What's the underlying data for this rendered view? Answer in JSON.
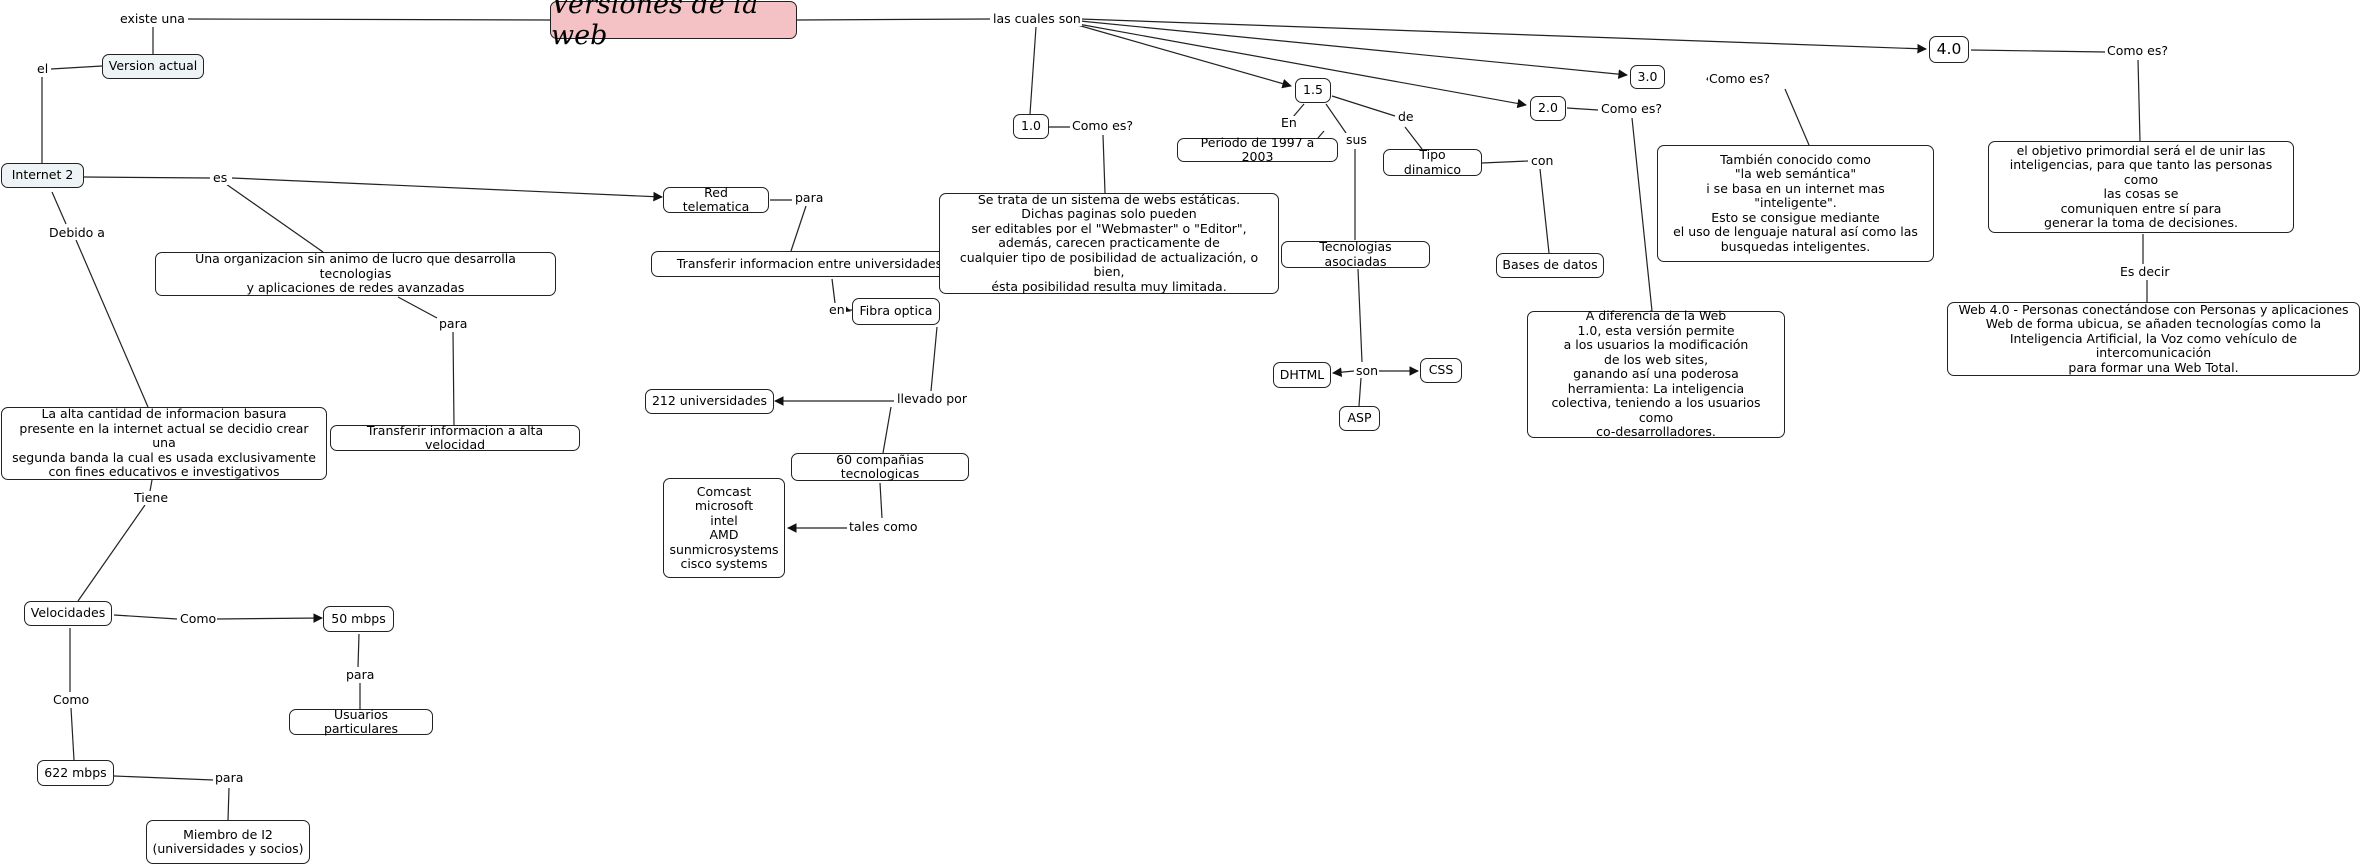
{
  "title": "Versiones de la web",
  "nodes": {
    "version_actual": "Version actual",
    "internet2": "Internet 2",
    "organizacion": "Una organizacion sin animo de lucro que desarrolla tecnologias\ny aplicaciones de redes avanzadas",
    "transferir_velocidad": "Transferir informacion a alta velocidad",
    "info_basura": "La alta cantidad de informacion basura\npresente en la internet actual se decidio crear una\nsegunda banda la cual es usada exclusivamente\ncon fines educativos e investigativos",
    "velocidades": "Velocidades",
    "mbps50": "50 mbps",
    "usuarios_particulares": "Usuarios particulares",
    "mbps622": "622 mbps",
    "miembro": "Miembro de I2\n(universidades y socios)",
    "red_telematica": "Red telematica",
    "transferir_univ": "Transferir informacion entre universidades",
    "fibra_optica": "Fibra optica",
    "univ212": "212 universidades",
    "compania60": "60 compañias tecnologicas",
    "companias_lista": "Comcast\nmicrosoft\nintel\nAMD\nsunmicrosystems\ncisco systems",
    "v10": "1.0",
    "v10_desc": "Se trata de un sistema de webs estáticas.\nDichas paginas solo pueden\nser editables por el \"Webmaster\" o \"Editor\",\nademás, carecen practicamente de\ncualquier tipo de posibilidad de actualización, o bien,\nésta posibilidad resulta muy limitada.",
    "v15": "1.5",
    "periodo": "Periodo de 1997 a 2003",
    "tipo_dinamico": "Tipo dinamico",
    "tecnologias": "Tecnologias asociadas",
    "dhtml": "DHTML",
    "css": "CSS",
    "asp": "ASP",
    "bases_datos": "Bases de datos",
    "v20": "2.0",
    "v20_desc": "A diferencia de la Web\n1.0, esta versión permite\na los usuarios la modificación\nde los web sites,\nganando así una poderosa\nherramienta: La inteligencia\ncolectiva, teniendo a los usuarios como\nco-desarrolladores.",
    "v30": "3.0",
    "v30_desc": "También conocido como\n\"la web semántica\"\ni se basa en un internet mas \"inteligente\".\nEsto se consigue mediante\nel uso de lenguaje natural así como las\nbusquedas inteligentes.",
    "v40": "4.0",
    "v40_obj": "el objetivo primordial será el de unir las\ninteligencias, para que tanto las personas como\nlas cosas se\ncomuniquen entre sí para\ngenerar la toma de decisiones.",
    "v40_desc": "Web 4.0 - Personas conectándose con Personas y aplicaciones\nWeb de forma ubicua, se añaden tecnologías como la\nInteligencia Artificial, la Voz como vehículo de intercomunicación\npara formar una Web Total."
  },
  "labels": {
    "existe_una": "existe una",
    "el": "el",
    "las_cuales_son": "las cuales son",
    "es": "es",
    "debido_a": "Debido a",
    "para_org": "para",
    "tiene": "Tiene",
    "como_50": "Como",
    "para_50": "para",
    "como_622": "Como",
    "para_622": "para",
    "para_red": "para",
    "en_fibra": "en",
    "llevado_por": "llevado por",
    "tales_como": "tales como",
    "como_es_10": "Como es?",
    "en_15": "En",
    "de_15": "de",
    "sus_15": "sus",
    "con_dinamico": "con",
    "son_tec": "son",
    "como_es_20": "Como es?",
    "como_es_30": "Como es?",
    "como_es_40": "Como es?",
    "es_decir": "Es decir"
  },
  "colors": {
    "title_fill": "#f4c2c4",
    "node_tint": "#eef3f5",
    "line": "#222222"
  }
}
